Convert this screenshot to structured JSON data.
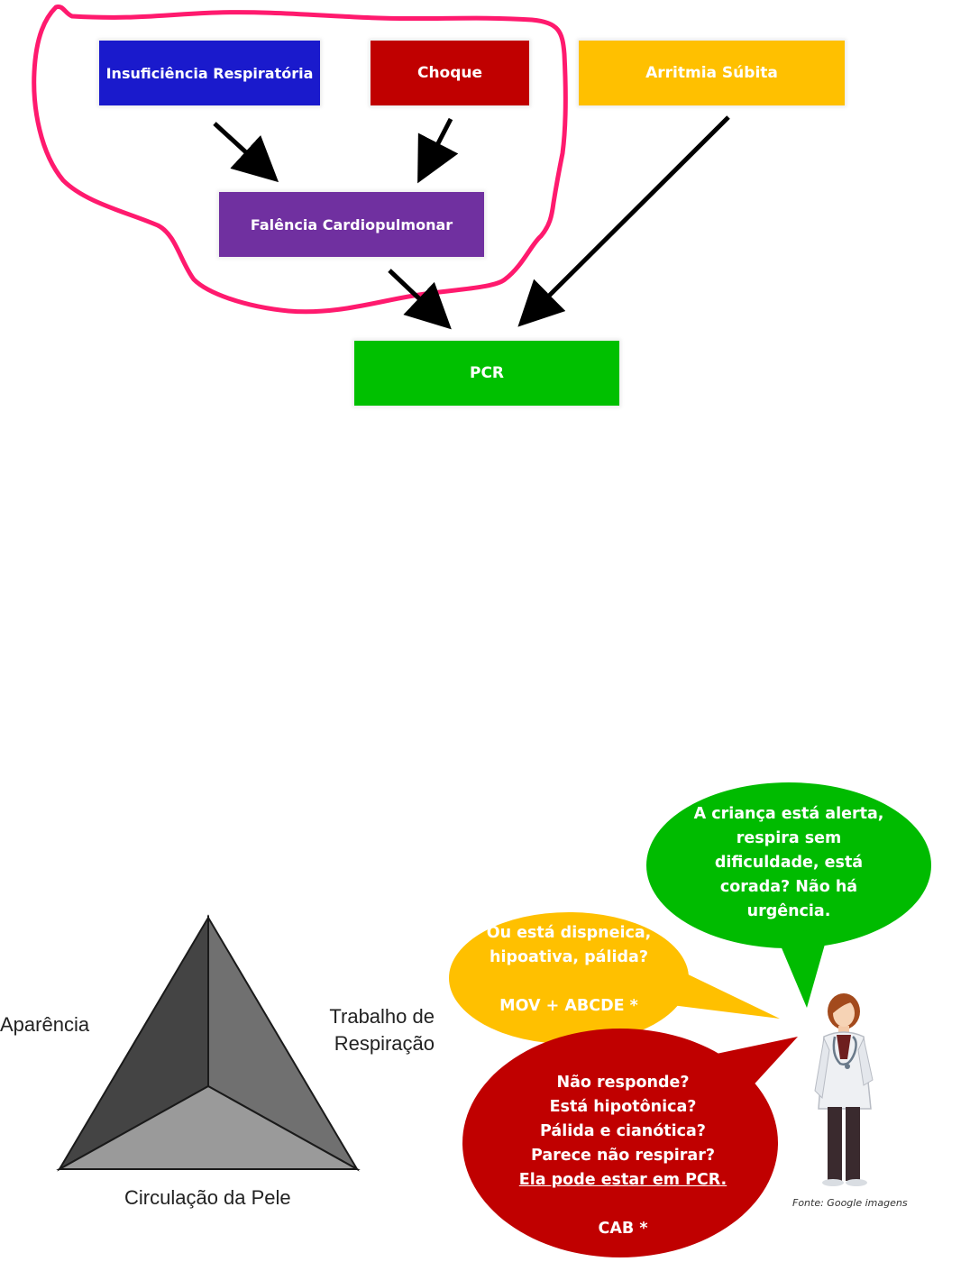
{
  "flowchart": {
    "boxes": [
      {
        "id": "ir",
        "label": "Insuficiência Respiratória",
        "color": "#1a1acc"
      },
      {
        "id": "choque",
        "label": "Choque",
        "color": "#c00000"
      },
      {
        "id": "arritmia",
        "label": "Arritmia Súbita",
        "color": "#ffc000"
      },
      {
        "id": "falencia",
        "label": "Falência Cardiopulmonar",
        "color": "#7030a0"
      },
      {
        "id": "pcr",
        "label": "PCR",
        "color": "#00c000"
      }
    ],
    "highlight_color": "#ff1a6e"
  },
  "triangle": {
    "label_left": "Aparência",
    "label_right_line1": "Trabalho de",
    "label_right_line2": "Respiração",
    "label_bottom": "Circulação da Pele"
  },
  "bubbles": {
    "green": {
      "color": "#00bb00",
      "lines": [
        "A criança está alerta,",
        "respira sem",
        "dificuldade, está",
        "corada? Não há",
        "urgência."
      ]
    },
    "yellow": {
      "color": "#ffc000",
      "lines": [
        "Ou está dispneica,",
        "hipoativa, pálida?"
      ],
      "footer": "MOV + ABCDE *"
    },
    "red": {
      "color": "#c00000",
      "lines": [
        "Não responde?",
        "Está hipotônica?",
        "Pálida e cianótica?",
        "Parece não respirar?"
      ],
      "underlined": "Ela pode estar em PCR.",
      "footer": "CAB *"
    }
  },
  "source_caption": "Fonte: Google imagens"
}
